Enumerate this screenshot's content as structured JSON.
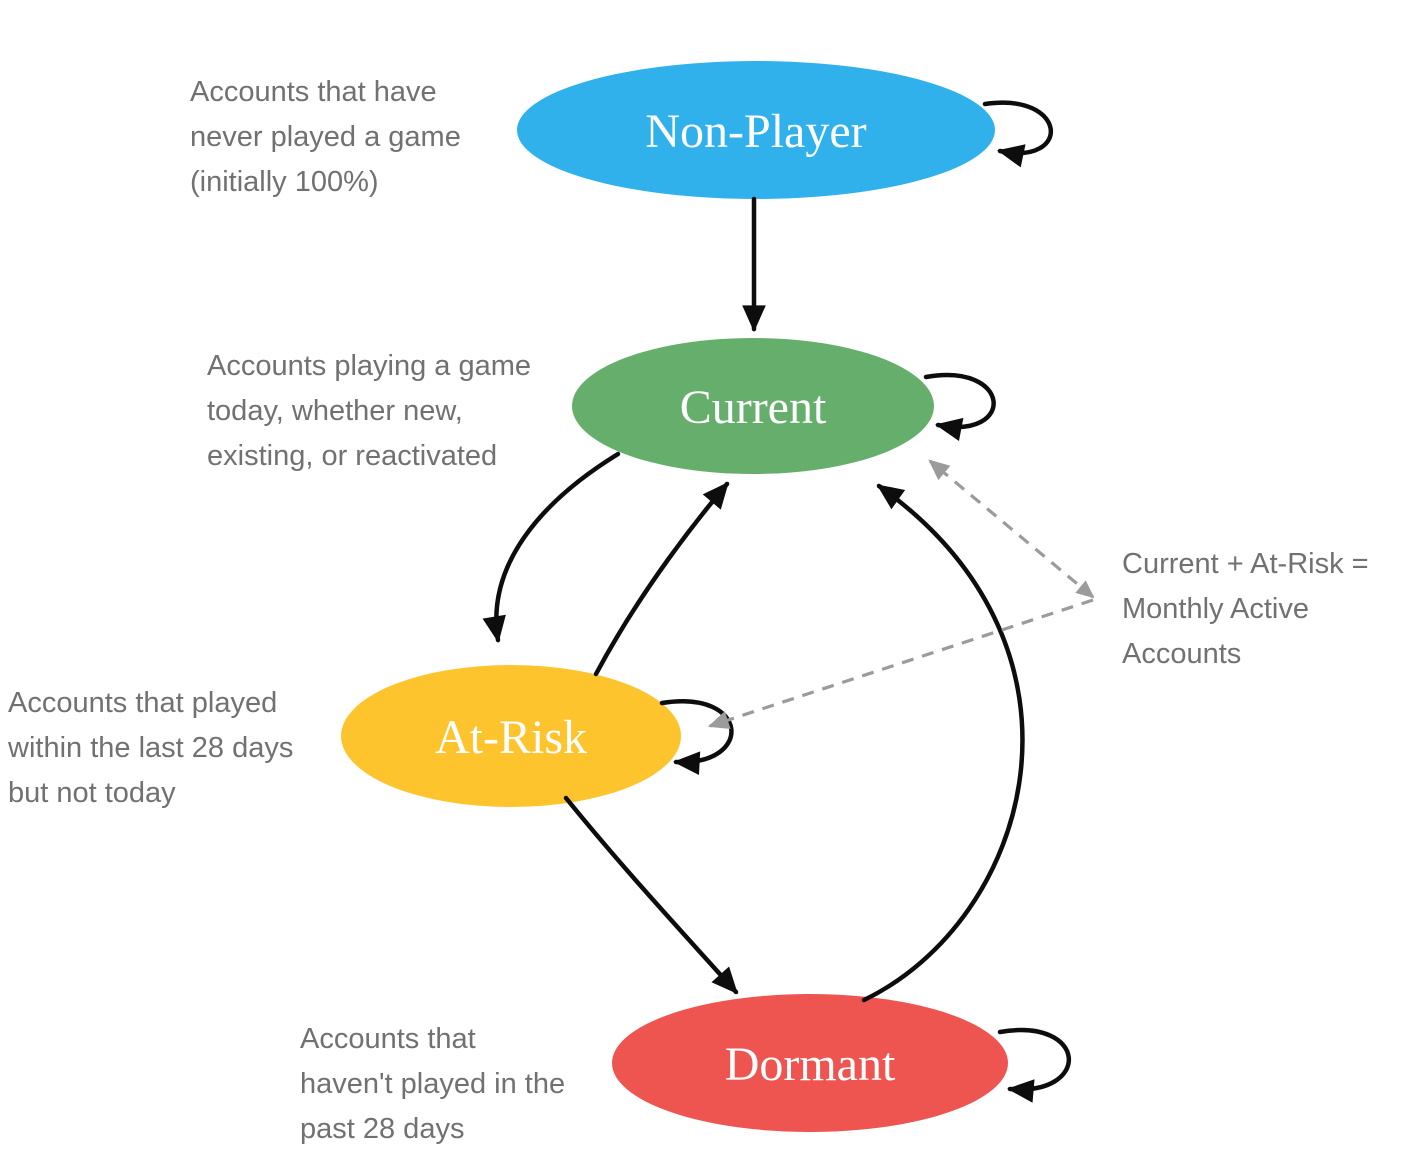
{
  "diagram": {
    "kind": "player-lifecycle-state-diagram",
    "background": "#ffffff",
    "edge_color": "#0d0d0d",
    "dashed_color": "#9b9b9b",
    "annotation_text_color": "#717171",
    "nodes": [
      {
        "id": "non-player",
        "label": "Non-Player",
        "color": "#30B1EC",
        "description": "Accounts that have\nnever played a game\n(initially 100%)"
      },
      {
        "id": "current",
        "label": "Current",
        "color": "#66AE6C",
        "description": "Accounts playing a game\ntoday, whether new,\nexisting, or reactivated"
      },
      {
        "id": "at-risk",
        "label": "At-Risk",
        "color": "#FDC42D",
        "description": "Accounts that played\nwithin the last 28 days\nbut not today"
      },
      {
        "id": "dormant",
        "label": "Dormant",
        "color": "#EE5450",
        "description": "Accounts that\nhaven't played in the\npast 28 days"
      }
    ],
    "note": {
      "text": "Current + At-Risk =\nMonthly Active\nAccounts",
      "targets": [
        "current",
        "at-risk"
      ],
      "style": "dashed-gray-arrows"
    },
    "edges": [
      {
        "from": "non-player",
        "to": "non-player",
        "style": "solid",
        "shape": "self-loop"
      },
      {
        "from": "non-player",
        "to": "current",
        "style": "solid",
        "shape": "straight"
      },
      {
        "from": "current",
        "to": "current",
        "style": "solid",
        "shape": "self-loop"
      },
      {
        "from": "current",
        "to": "at-risk",
        "style": "solid",
        "shape": "curve"
      },
      {
        "from": "at-risk",
        "to": "current",
        "style": "solid",
        "shape": "curve"
      },
      {
        "from": "at-risk",
        "to": "at-risk",
        "style": "solid",
        "shape": "self-loop"
      },
      {
        "from": "at-risk",
        "to": "dormant",
        "style": "solid",
        "shape": "curve"
      },
      {
        "from": "dormant",
        "to": "current",
        "style": "solid",
        "shape": "curve"
      },
      {
        "from": "dormant",
        "to": "dormant",
        "style": "solid",
        "shape": "self-loop"
      }
    ]
  }
}
